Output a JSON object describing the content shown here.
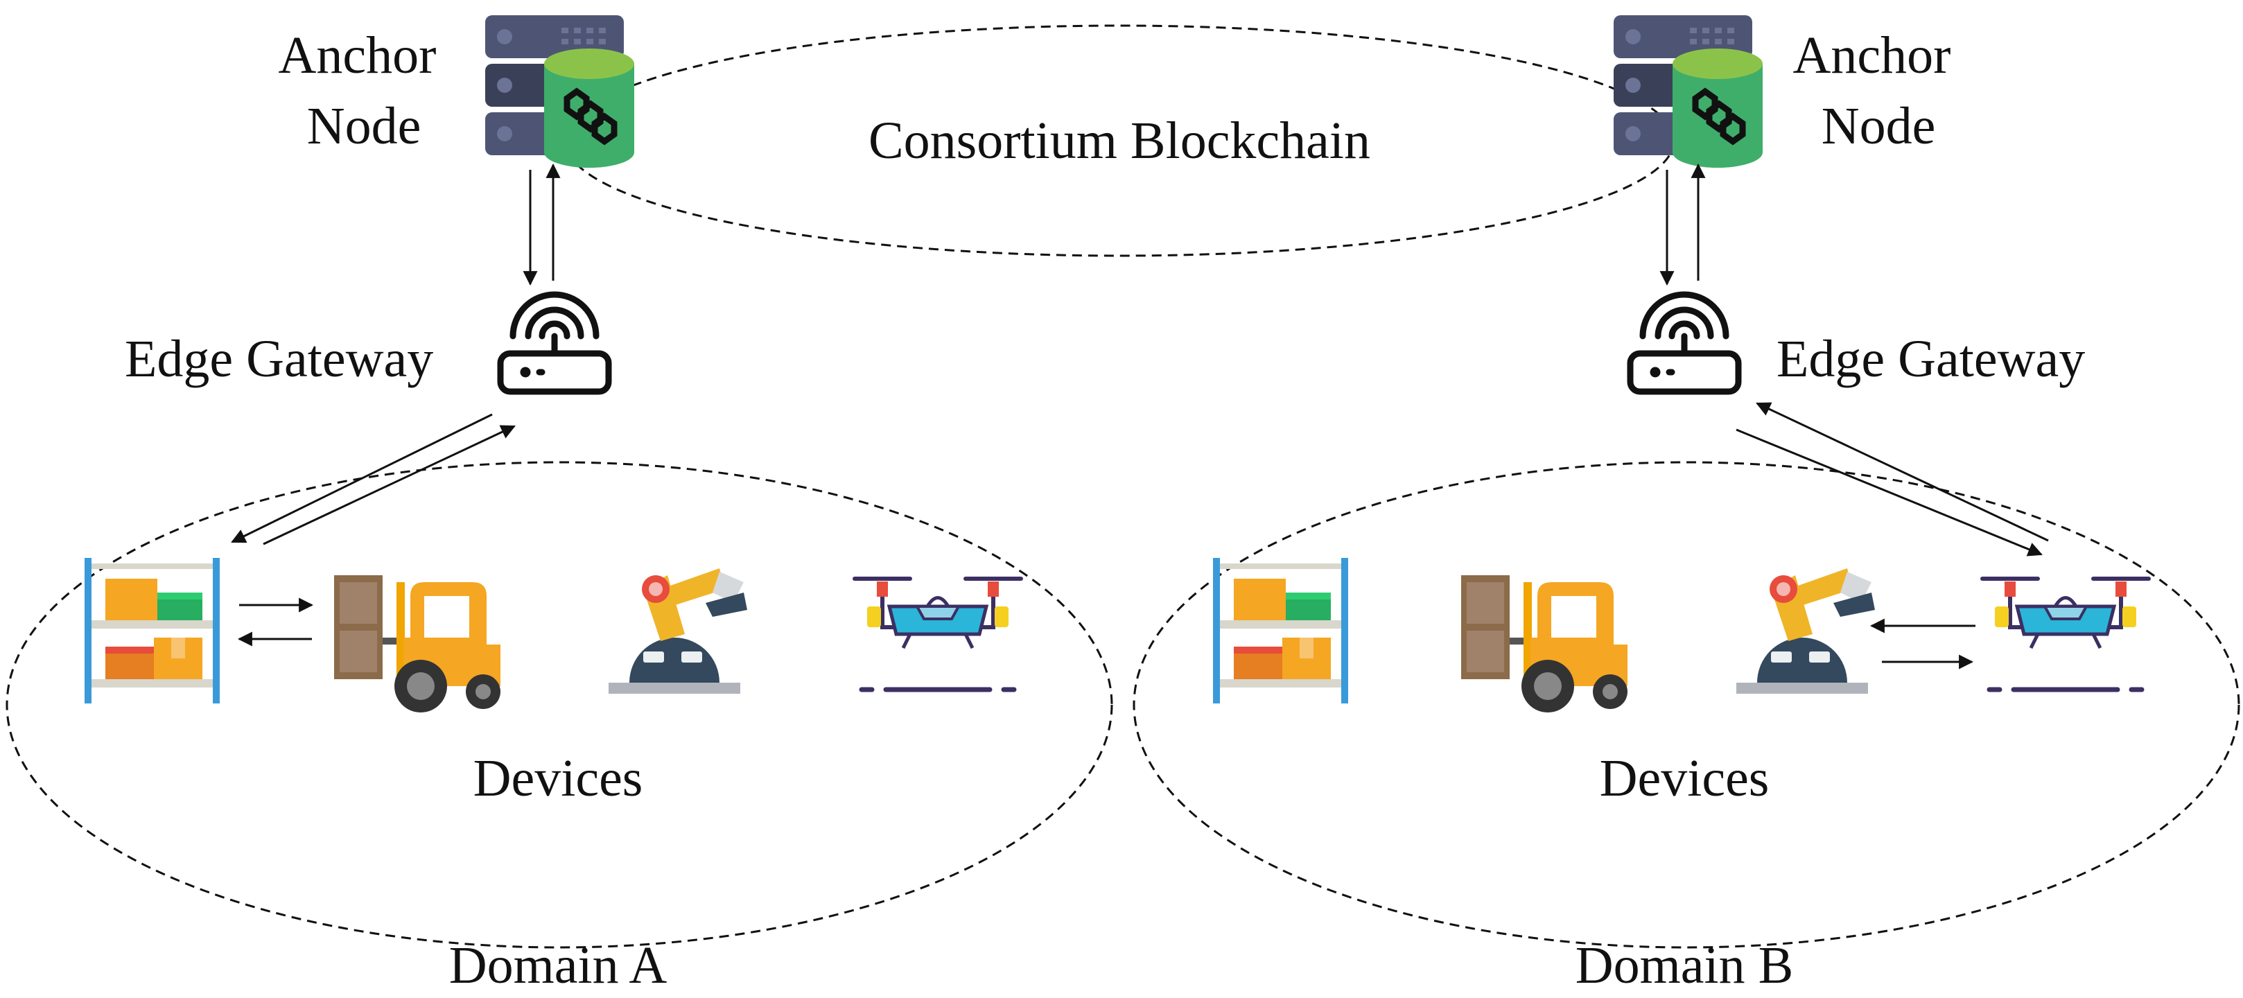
{
  "labels": {
    "anchor_node_left": [
      "Anchor",
      "Node"
    ],
    "anchor_node_right": [
      "Anchor",
      "Node"
    ],
    "consortium": "Consortium Blockchain",
    "gateway_left": "Edge Gateway",
    "gateway_right": "Edge Gateway",
    "devices_left": "Devices",
    "devices_right": "Devices",
    "domain_a": "Domain A",
    "domain_b": "Domain B"
  },
  "icons": {
    "server": "blockchain-server-icon",
    "router": "wifi-router-icon",
    "shelf": "warehouse-shelf-icon",
    "forklift": "forklift-icon",
    "robot_arm": "robot-arm-icon",
    "drone": "drone-icon"
  },
  "colors": {
    "server_body": "#4e5574",
    "server_dark": "#3a4058",
    "server_light": "#6b7396",
    "db_top": "#8bc34a",
    "db_body": "#3fae6b",
    "forklift": "#f5a623",
    "crate": "#8b6b4a",
    "robot": "#f0b429",
    "robot_base": "#34495e",
    "drone_body": "#2bb5d8",
    "drone_frame": "#3c2f63",
    "shelf_frame": "#3a9ad9",
    "box_orange": "#f39c12",
    "box_green": "#27ae60",
    "box_red": "#e74c3c"
  }
}
